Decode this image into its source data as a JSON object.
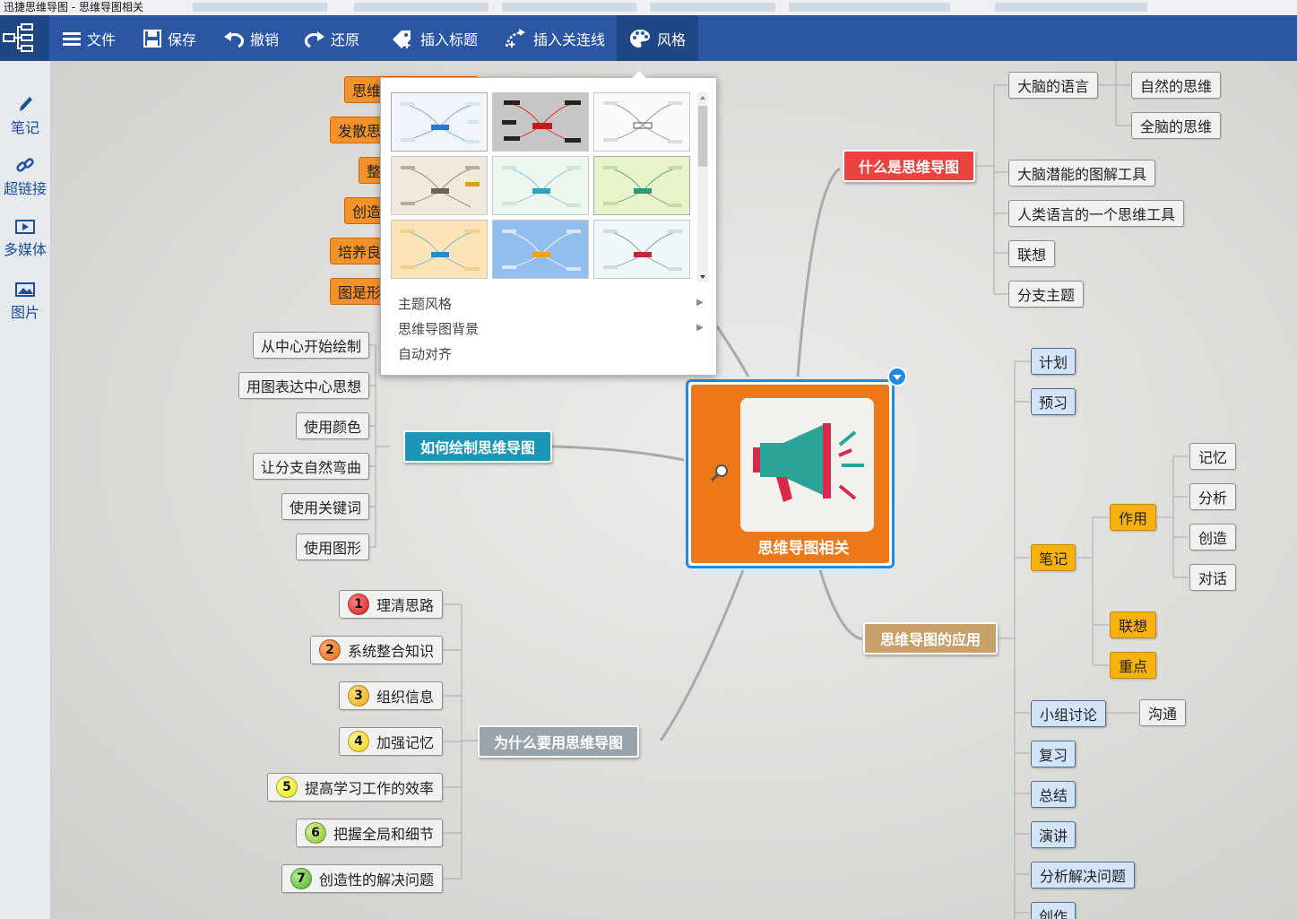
{
  "window": {
    "title": "迅捷思维导图 - 思维导图相关"
  },
  "toolbar": {
    "file": "文件",
    "save": "保存",
    "undo": "撤销",
    "redo": "还原",
    "insert_topic": "插入标题",
    "insert_relation": "插入关连线",
    "style": "风格"
  },
  "sidebar": {
    "note": "笔记",
    "hyperlink": "超链接",
    "media": "多媒体",
    "image": "图片"
  },
  "style_popup": {
    "menu": [
      "主题风格",
      "思维导图背景",
      "自动对齐"
    ]
  },
  "colors": {
    "toolbar": "#2b56a3",
    "center": "#ed7817",
    "selection": "#1f8ae6"
  },
  "map": {
    "center": "思维导图相关",
    "what": {
      "title": "什么是思维导图",
      "brain_language": "大脑的语言",
      "natural_thinking": "自然的思维",
      "whole_brain": "全脑的思维",
      "brain_tool": "大脑潜能的图解工具",
      "language_tool": "人类语言的一个思维工具",
      "association": "联想",
      "branch_topic": "分支主题"
    },
    "how": {
      "title": "如何绘制思维导图",
      "items": [
        "从中心开始绘制",
        "用图表达中心思想",
        "使用颜色",
        "让分支自然弯曲",
        "使用关键词",
        "使用图形"
      ]
    },
    "left_top": [
      "思维",
      "发散思",
      "整",
      "创造",
      "培养良",
      "图是形"
    ],
    "why": {
      "title": "为什么要用思维导图",
      "items": [
        {
          "n": "1",
          "text": "理清思路"
        },
        {
          "n": "2",
          "text": "系统整合知识"
        },
        {
          "n": "3",
          "text": "组织信息"
        },
        {
          "n": "4",
          "text": "加强记忆"
        },
        {
          "n": "5",
          "text": "提高学习工作的效率"
        },
        {
          "n": "6",
          "text": "把握全局和细节"
        },
        {
          "n": "7",
          "text": "创造性的解决问题"
        }
      ]
    },
    "app": {
      "title": "思维导图的应用",
      "plan": "计划",
      "preview": "预习",
      "notes": "笔记",
      "effect": "作用",
      "memory": "记忆",
      "analysis": "分析",
      "create": "创造",
      "dialog": "对话",
      "assoc": "联想",
      "key": "重点",
      "group": "小组讨论",
      "communicate": "沟通",
      "review": "复习",
      "summary": "总结",
      "speech": "演讲",
      "solve": "分析解决问题",
      "creation": "创作"
    }
  }
}
